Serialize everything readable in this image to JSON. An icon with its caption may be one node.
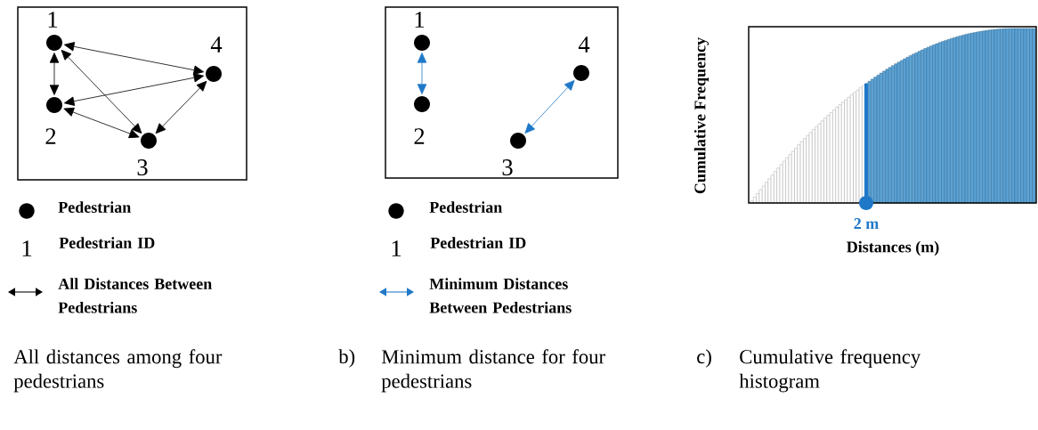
{
  "diagram": {
    "nodes": [
      {
        "text": [],
        "shape": "box"
      },
      {
        "text": [],
        "shape": "circle",
        "beside": [
          "1"
        ],
        "in": 0
      },
      {
        "text": [],
        "shape": "circle",
        "beside": [
          "2"
        ],
        "in": 0
      },
      {
        "text": [],
        "shape": "circle",
        "beside": [
          "3"
        ],
        "in": 0
      },
      {
        "text": [],
        "shape": "circle",
        "beside": [
          "4"
        ],
        "in": 0
      },
      {
        "text": [],
        "shape": "box"
      },
      {
        "text": [],
        "shape": "circle",
        "beside": [
          "1"
        ],
        "in": 5
      },
      {
        "text": [],
        "shape": "circle",
        "beside": [
          "2"
        ],
        "in": 5
      },
      {
        "text": [],
        "shape": "circle",
        "beside": [
          "3"
        ],
        "in": 5
      },
      {
        "text": [],
        "shape": "circle",
        "beside": [
          "4"
        ],
        "in": 5
      }
    ],
    "edges": [
      {
        "from": 1,
        "to": 2,
        "arrow": "both"
      },
      {
        "from": 1,
        "to": 4,
        "arrow": "both"
      },
      {
        "from": 1,
        "to": 3,
        "arrow": "both"
      },
      {
        "from": 2,
        "to": 4,
        "arrow": "both"
      },
      {
        "from": 2,
        "to": 3,
        "arrow": "both"
      },
      {
        "from": 3,
        "to": 4,
        "arrow": "both"
      },
      {
        "from": 6,
        "to": 7,
        "arrow": "both",
        "color": "#1f78c8"
      },
      {
        "from": 8,
        "to": 9,
        "arrow": "both",
        "color": "#1f78c8"
      }
    ],
    "labels": [
      "1",
      "1",
      "Cumulative Frequency",
      "2 m",
      "Distances (m)",
      "All distances among four pedestrians",
      "b)",
      "Minimum distance for four pedestrians",
      "c)",
      "Cumulative frequency histogram"
    ],
    "legend": [
      {
        "text": "Pedestrian"
      },
      {
        "text": "Pedestrian ID"
      },
      {
        "text": "All Distances Between Pedestrians"
      },
      {
        "text": "Pedestrian"
      },
      {
        "text": "Pedestrian ID"
      },
      {
        "text": "Minimum Distances Between Pedestrians"
      }
    ]
  }
}
